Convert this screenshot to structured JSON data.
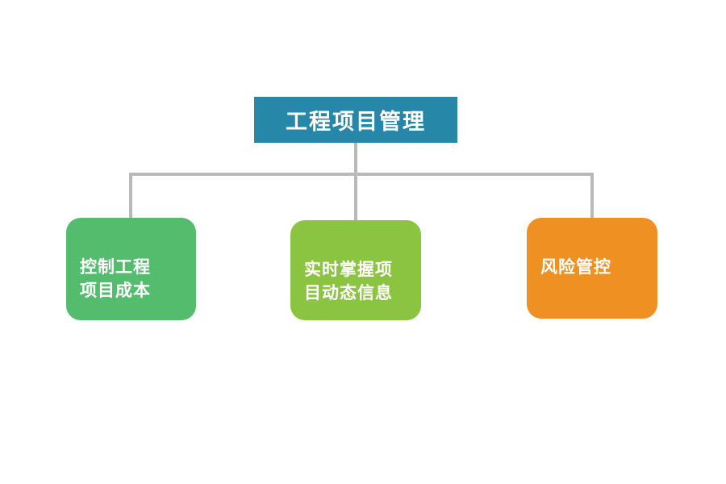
{
  "diagram": {
    "title": "工程项目管理",
    "connector_color": "#B9B9B9",
    "root": {
      "label": "工程项目管理",
      "color": "#2787A8",
      "text_color": "#FFFFFF"
    },
    "children": [
      {
        "id": "cost",
        "label": "控制工程\n项目成本",
        "color": "#54BD6D",
        "text_color": "#FFFFFF"
      },
      {
        "id": "status",
        "label": "实时掌握项\n目动态信息",
        "color": "#8BC440",
        "text_color": "#FFFFFF"
      },
      {
        "id": "risk",
        "label": "风险管控",
        "color": "#EF9122",
        "text_color": "#FFFFFF"
      }
    ]
  }
}
